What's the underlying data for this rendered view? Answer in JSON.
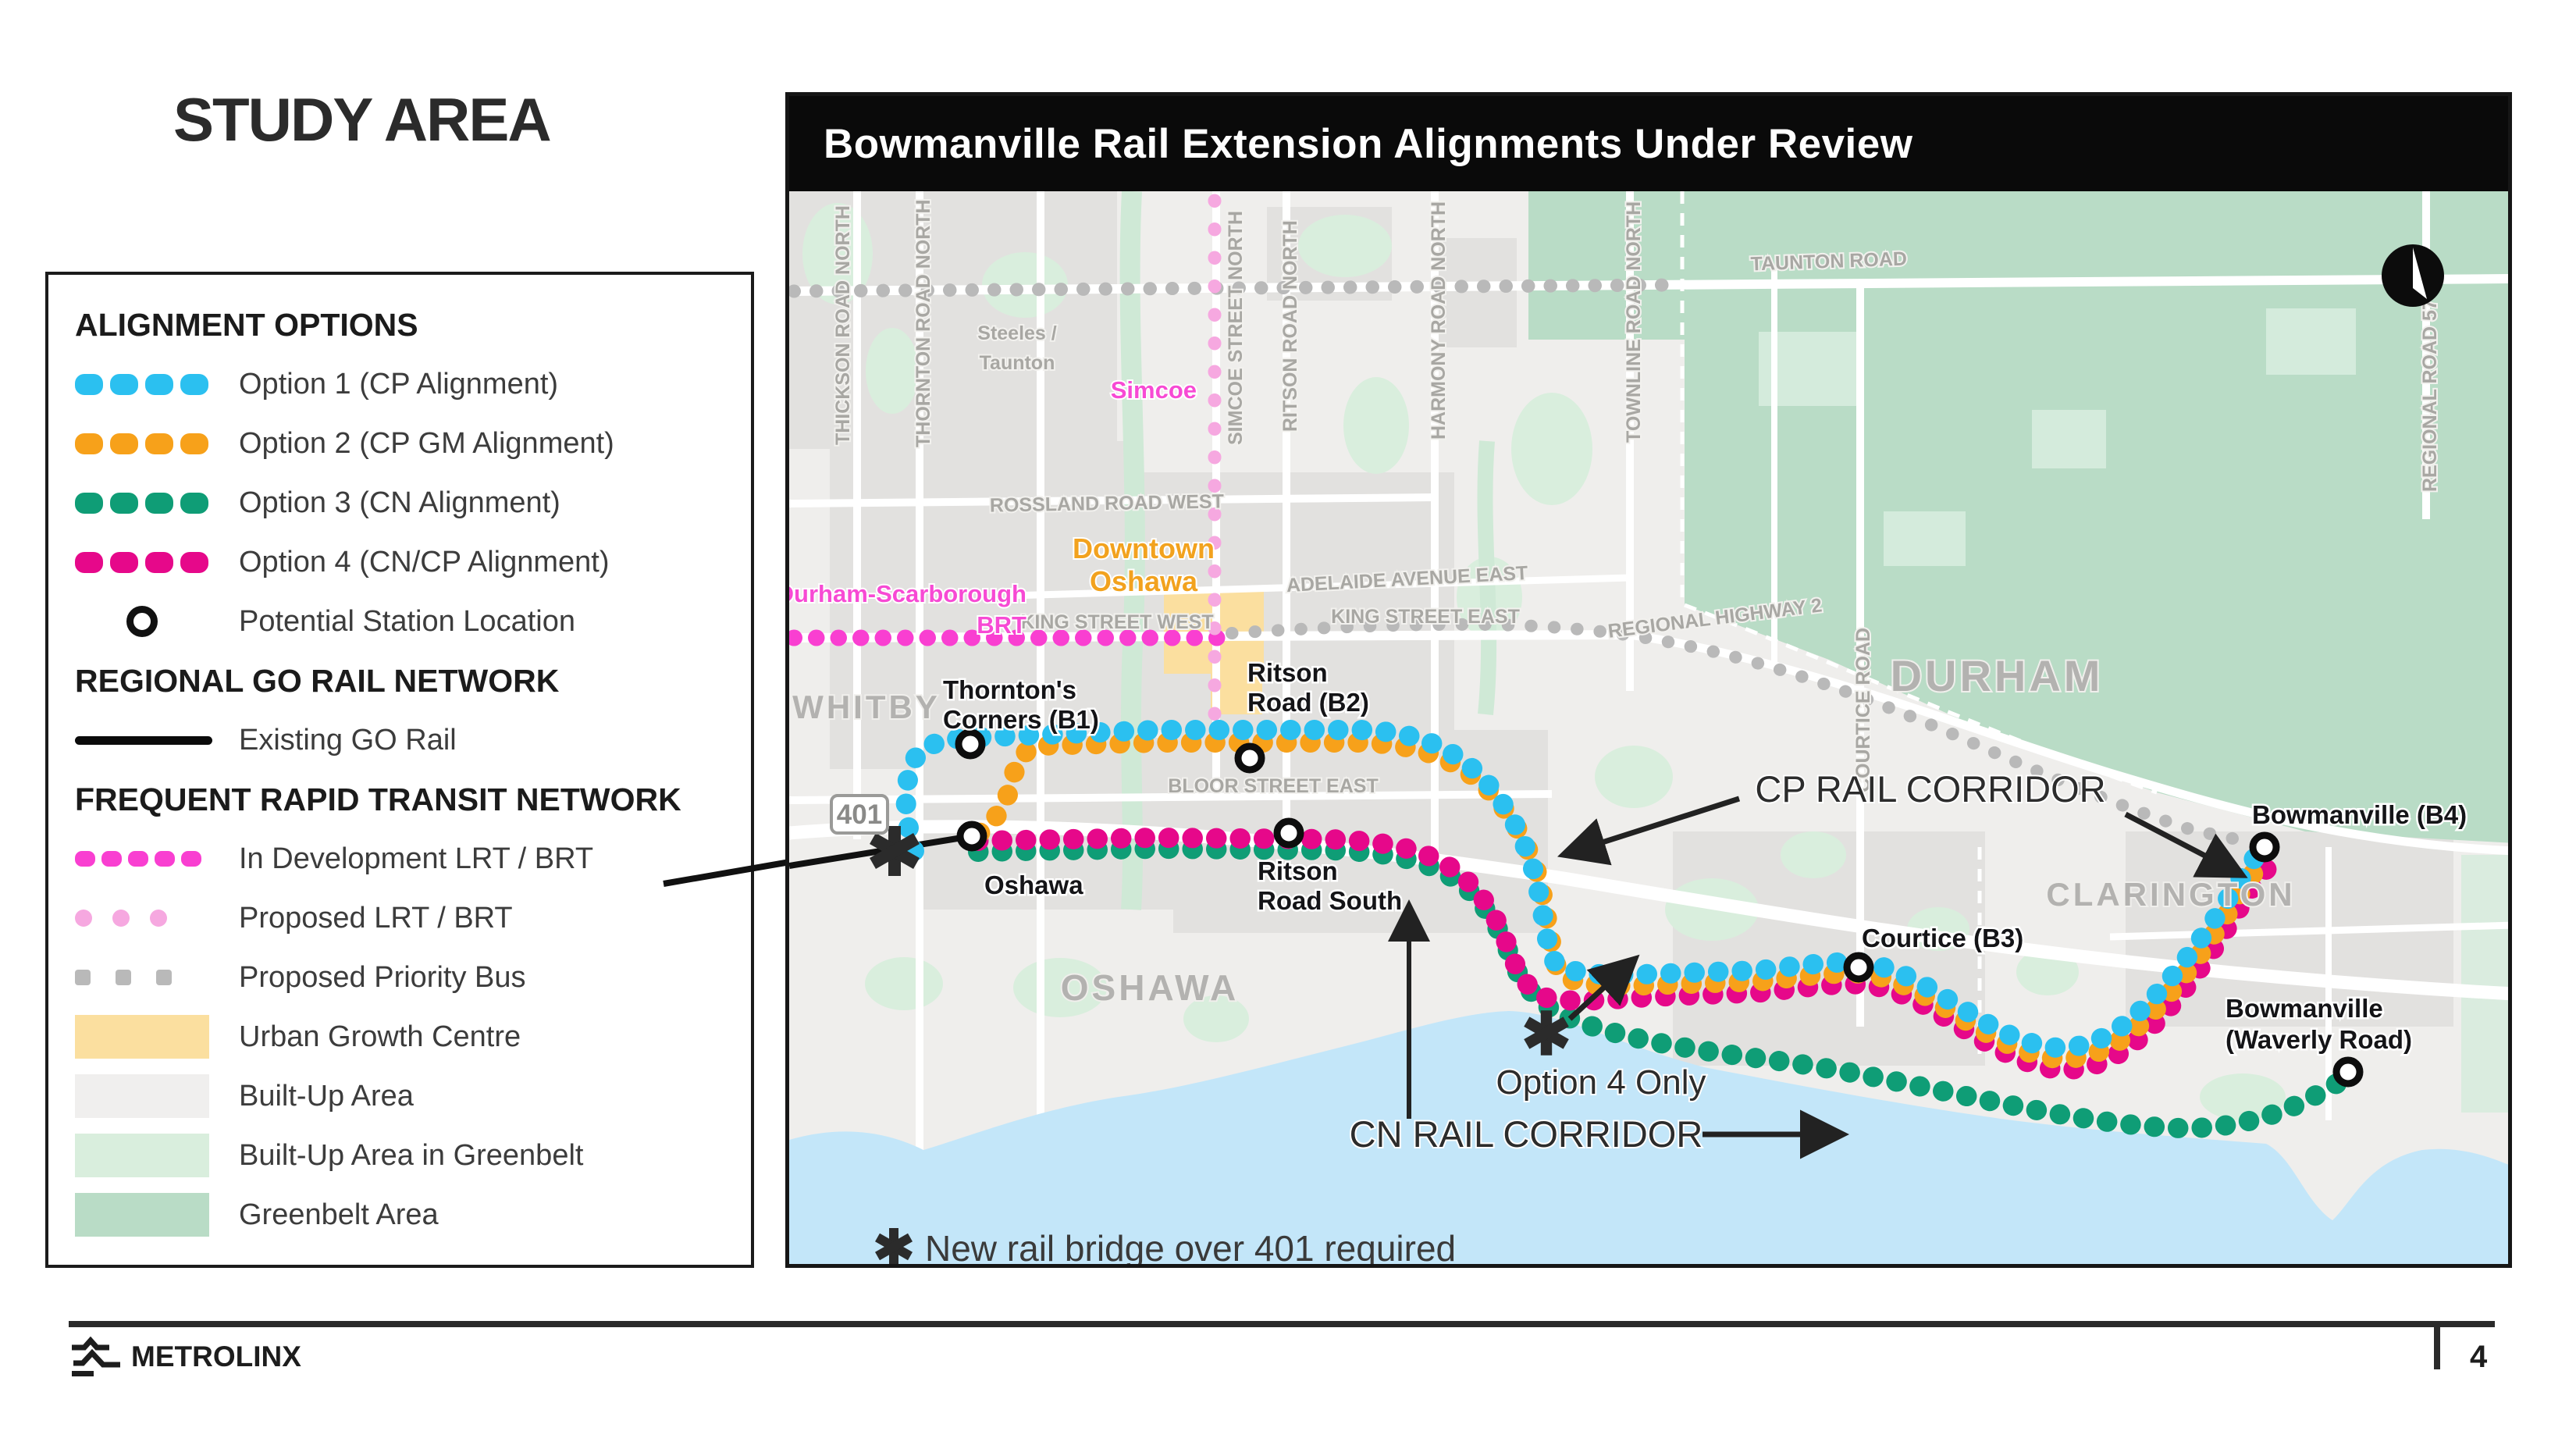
{
  "page": {
    "title": "STUDY AREA"
  },
  "colors": {
    "option1_cyan": "#2bc0f0",
    "option2_orange": "#f7a11a",
    "option3_green": "#0f9d76",
    "option4_magenta": "#e6088a",
    "in_dev_lrt": "#f93fd1",
    "proposed_lrt": "#f6a8e0",
    "priority_bus": "#b9b9b9",
    "urban_growth": "#fbdf9f",
    "built_up": "#e5e4e2",
    "built_up_greenbelt": "#d9eedd",
    "greenbelt": "#b9dcc6",
    "lake": "#c3e6f9"
  },
  "legend": {
    "items": [
      {
        "type": "header",
        "label": "ALIGNMENT OPTIONS"
      },
      {
        "type": "dash-cyan",
        "label": "Option 1 (CP Alignment)"
      },
      {
        "type": "dash-orange",
        "label": "Option 2 (CP GM Alignment)"
      },
      {
        "type": "dash-green",
        "label": "Option 3 (CN Alignment)"
      },
      {
        "type": "dash-magenta",
        "label": "Option 4 (CN/CP Alignment)"
      },
      {
        "type": "station",
        "label": "Potential Station Location"
      },
      {
        "type": "header",
        "label": "REGIONAL GO RAIL NETWORK"
      },
      {
        "type": "goline",
        "label": "Existing GO Rail"
      },
      {
        "type": "header",
        "label": "FREQUENT RAPID TRANSIT NETWORK"
      },
      {
        "type": "dash-indev",
        "label": "In Development LRT / BRT"
      },
      {
        "type": "dots-pink",
        "label": "Proposed LRT / BRT"
      },
      {
        "type": "dots-gray",
        "label": "Proposed Priority Bus"
      },
      {
        "type": "swatch-ugc",
        "label": "Urban Growth Centre"
      },
      {
        "type": "swatch-builtup",
        "label": "Built-Up Area"
      },
      {
        "type": "swatch-bug",
        "label": "Built-Up Area in Greenbelt"
      },
      {
        "type": "swatch-greenbelt",
        "label": "Greenbelt Area"
      }
    ]
  },
  "map": {
    "title": "Bowmanville Rail Extension Alignments Under Review",
    "stations": {
      "b1": [
        "Thornton's",
        "Corners (B1)"
      ],
      "b2": [
        "Ritson",
        "Road (B2)"
      ],
      "oshawa": "Oshawa",
      "ritson_south": [
        "Ritson",
        "Road South"
      ],
      "b3": "Courtice (B3)",
      "b4": "Bowmanville (B4)",
      "waverly": [
        "Bowmanville",
        "(Waverly Road)"
      ]
    },
    "cities": {
      "whitby": "WHITBY",
      "oshawa": "OSHAWA",
      "durham": "DURHAM",
      "clarington": "CLARINGTON"
    },
    "roads": {
      "thickson": "THICKSON ROAD NORTH",
      "thornton": "THORNTON ROAD NORTH",
      "simcoe_n": "SIMCOE STREET NORTH",
      "ritson_n": "RITSON ROAD NORTH",
      "harmony": "HARMONY ROAD NORTH",
      "townline": "TOWNLINE ROAD NORTH",
      "courtice_rd": "COURTICE ROAD",
      "rr57": "REGIONAL ROAD 57",
      "rossland": "ROSSLAND ROAD WEST",
      "king_w": "KING STREET WEST",
      "king_e": "KING STREET EAST",
      "adelaide": "ADELAIDE AVENUE EAST",
      "bloor": "BLOOR STREET EAST",
      "taunton": "TAUNTON ROAD",
      "hwy2": "REGIONAL HIGHWAY 2",
      "hwy401": "401",
      "steeles": [
        "Steeles /",
        "Taunton"
      ],
      "simcoe_pink": "Simcoe"
    },
    "annotations": {
      "cp": "CP RAIL CORRIDOR",
      "cn": "CN RAIL CORRIDOR",
      "opt4": "Option 4 Only",
      "downtown": [
        "Downtown",
        "Oshawa"
      ],
      "brt_line1": "Durham-Scarborough",
      "brt_line2": "BRT",
      "footnote": "New rail bridge over 401 required"
    }
  },
  "footer": {
    "brand": "METROLINX",
    "page": "4"
  }
}
